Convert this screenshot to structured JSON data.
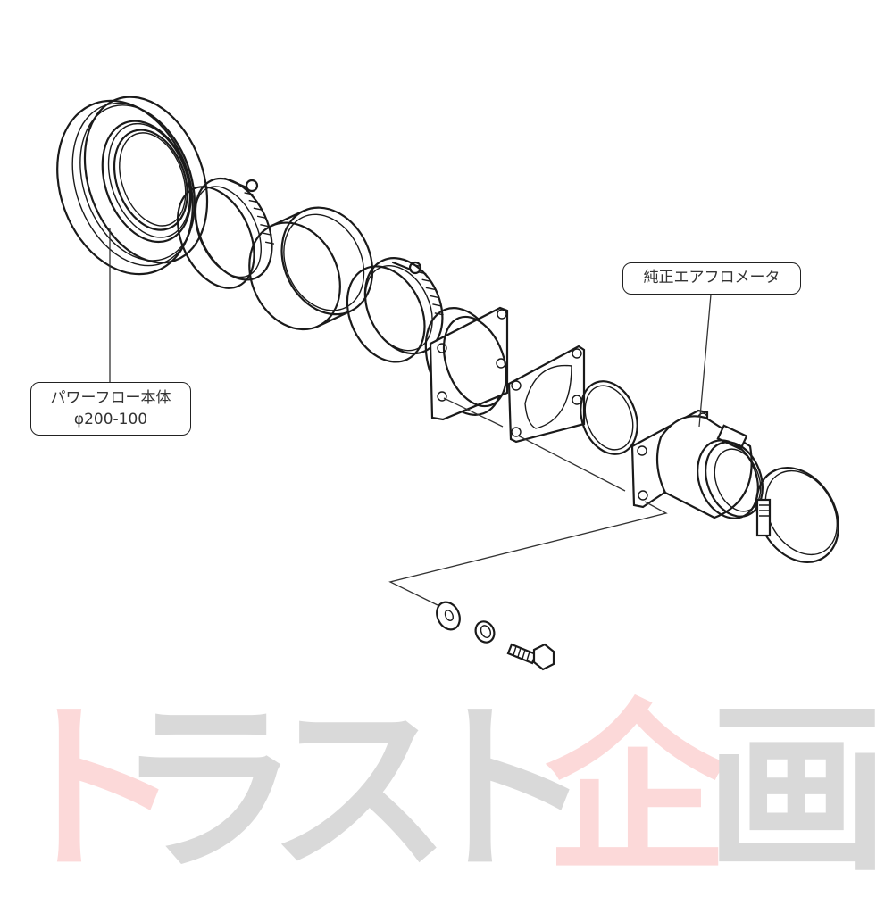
{
  "diagram": {
    "type": "exploded-parts-view",
    "labels": {
      "power_flow_body": {
        "line1": "パワーフロー本体",
        "line2": "φ200-100"
      },
      "oem_air_flow_meter": "純正エアフロメータ"
    },
    "parts": [
      "air-filter-body",
      "hose-clamp",
      "rubber-joint-hose",
      "hose-clamp",
      "adapter-flange",
      "flange-gasket",
      "o-ring",
      "air-flow-meter",
      "hose-clamp",
      "flat-washer",
      "spring-washer",
      "hex-bolt"
    ]
  },
  "watermark": {
    "chars": [
      "ト",
      "ラ",
      "ス",
      "ト",
      "企",
      "画"
    ],
    "colors": [
      "#fcd9d9",
      "#d9d9d9",
      "#d9d9d9",
      "#d9d9d9",
      "#fcd9d9",
      "#d9d9d9"
    ]
  }
}
